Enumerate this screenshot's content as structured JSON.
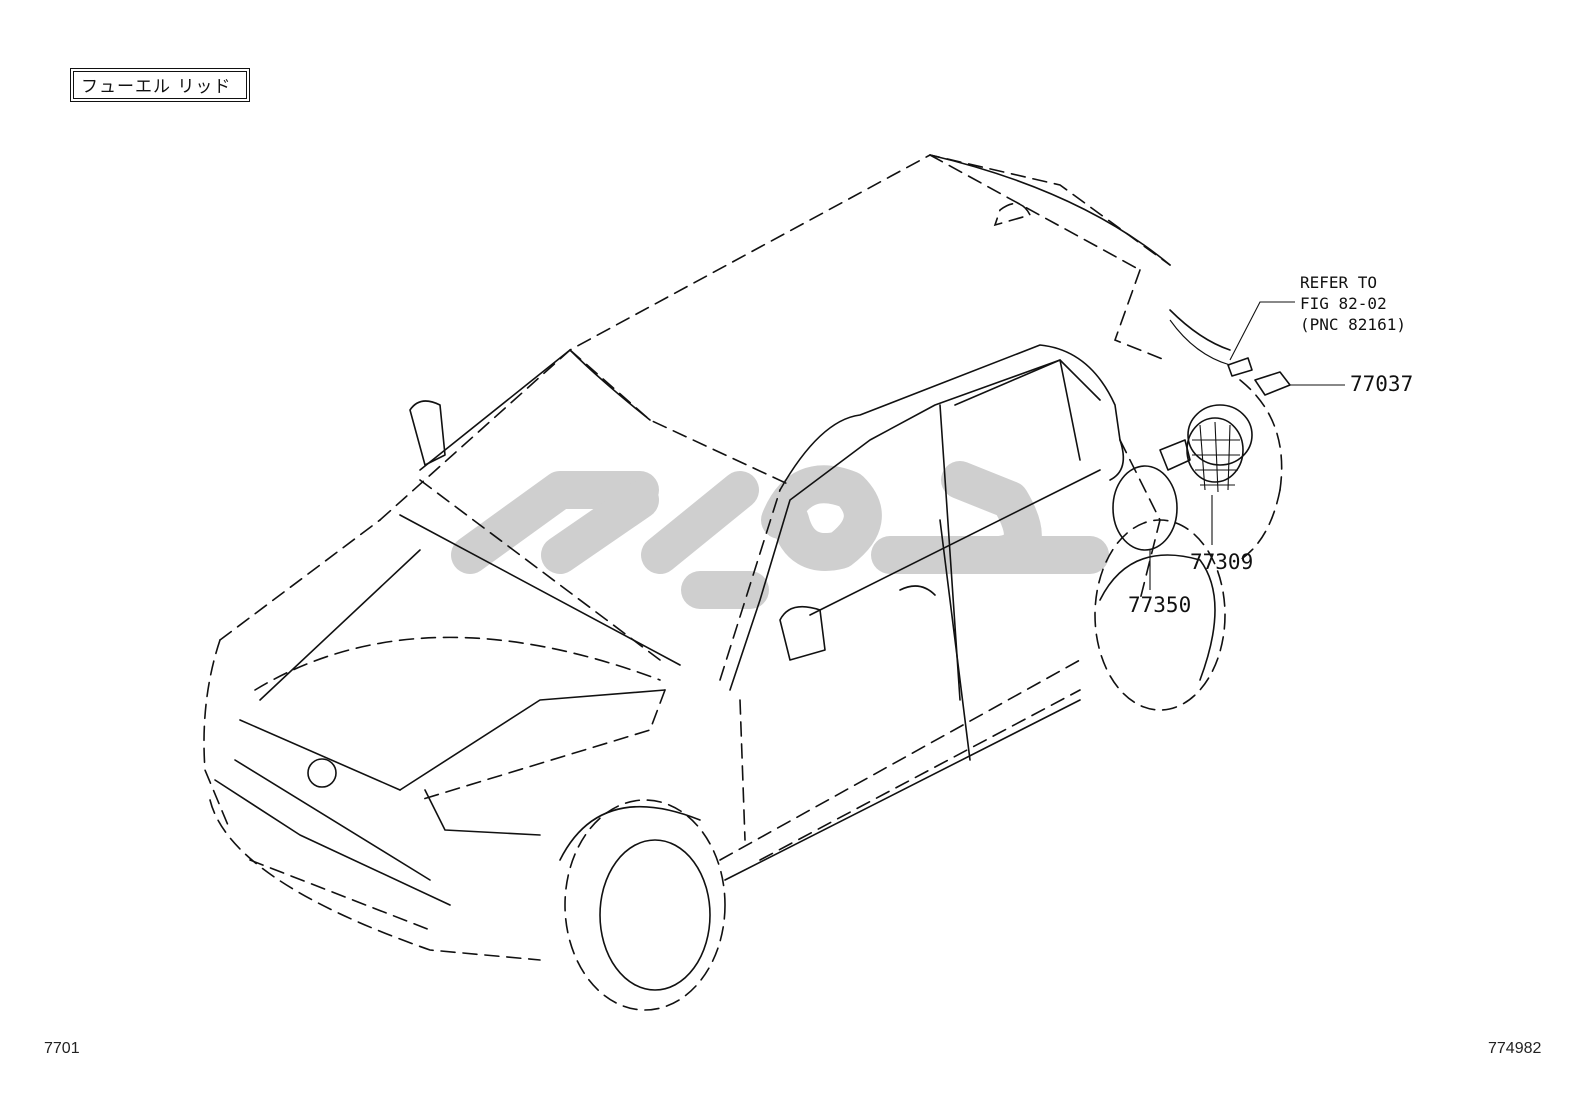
{
  "diagram": {
    "section_title": "フューエル リッド",
    "refer_note": [
      "REFER TO",
      "FIG 82-02",
      "(PNC 82161)"
    ],
    "callouts": [
      {
        "id": "77037",
        "label": "77037"
      },
      {
        "id": "77309",
        "label": "77309"
      },
      {
        "id": "77350",
        "label": "77350"
      }
    ],
    "footer_left": "7701",
    "footer_right": "774982"
  },
  "colors": {
    "line": "#111111",
    "watermark": "#cfcfcf",
    "background": "#ffffff"
  }
}
